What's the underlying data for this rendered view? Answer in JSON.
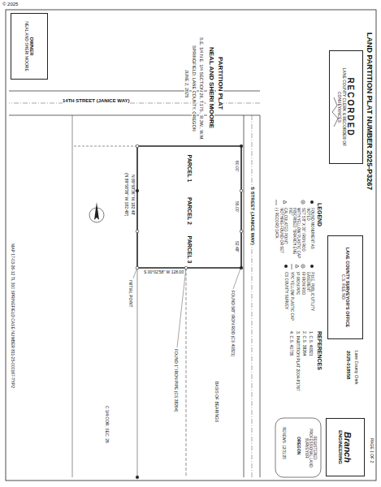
{
  "diagram": {
    "title": "LAND PARTITION PLAT NUMBER 2025-P3267",
    "nodes": [
      {
        "text": [
          "RECORDED",
          "LANE COUNTY CLERK & RECORDER OF CONVEYANCES"
        ]
      },
      {
        "text": [
          "LANE COUNTY SURVEYOR'S OFFICE",
          "C.S. FILE NO."
        ]
      },
      {
        "text": [
          "Branch",
          "ENGINEERING"
        ]
      },
      {
        "text": [
          "PARCEL 1"
        ]
      },
      {
        "text": [
          "PARCEL 2"
        ]
      },
      {
        "text": [
          "PARCEL 3"
        ]
      },
      {
        "text": [
          "OWNER",
          "NEAL AND SHERI MOORE"
        ]
      }
    ],
    "labels": [
      "PAGE 1 OF 2",
      "© 2025",
      "PARTITION PLAT",
      "NEAL AND SHERI MOORE",
      "S.E. 1/4 N.E. 1/4 SECTION 26, T.17S., R.3W., W.M.",
      "SPRINGFIELD, LANE COUNTY, OREGON",
      "JUNE 2, 2025",
      "14TH STREET (JANICE WAY)",
      "S STREET (JANICE WAY)",
      "LEGEND",
      "REFERENCES",
      "1. C.S. 40821",
      "2. C.S. 38264",
      "3. PARTITION PLAT 2004-P1767",
      "4. C.S. 41735",
      "Lane County Clerk",
      "2025-018558",
      "N 89°58'36\" W 182.48'",
      "(N 89°58'36\" W 182.48')",
      "60.00'",
      "55.00'",
      "52.48'",
      "S 00°02'58\" W 128.00'",
      "MAP 17-03-26-12 TL 300 SPRINGFIELD CASE NUMBER 811-25-000167-TYP2",
      "FOUND 5/8\" IRON ROD (CS 40821)",
      "FOUND 1\" IRON PIPE (CS 38264)",
      "C 1/4 COR. SEC. 26",
      "INITIAL POINT",
      "BASIS OF BEARINGS",
      "REGISTERED PROFESSIONAL LAND SURVEYOR",
      "OREGON",
      "RENEWS: 12/31/25"
    ],
    "legend": [
      {
        "text": "FOUND MONUMENT AS NOTED"
      },
      {
        "text": "SET 5/8\" X 30\" IRON ROD WITH YELLOW PLASTIC CAP INSCRIBED \"BRANCH ENG INC\""
      },
      {
        "text": "CALCULATED POINT, NOTHING FOUND OR SET"
      },
      {
        "text": "( ) RECORD DATA"
      },
      {
        "text": "P.U.E. PUBLIC UTILITY EASEMENT"
      },
      {
        "text": "IR IRON ROD"
      },
      {
        "text": "IP IRON PIPE"
      },
      {
        "text": "YPC YELLOW PLASTIC CAP"
      },
      {
        "text": "CS COUNTY SURVEY"
      }
    ]
  }
}
